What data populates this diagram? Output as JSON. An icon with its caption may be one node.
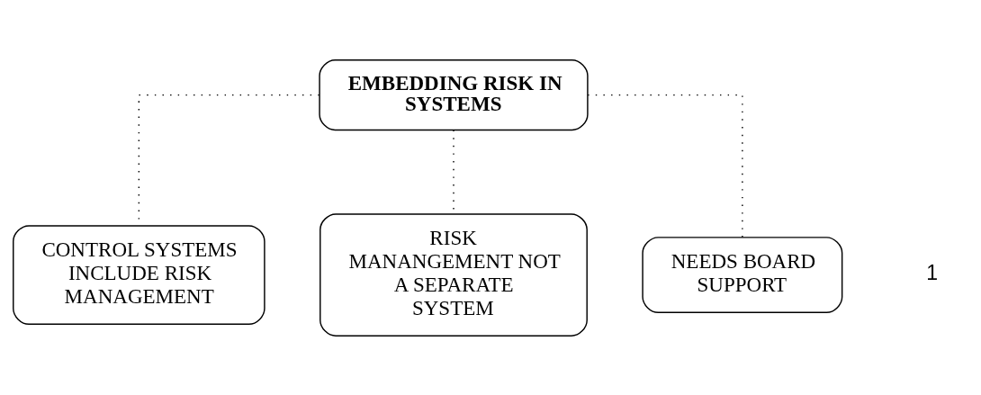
{
  "diagram": {
    "nodes": [
      {
        "text": [
          "EMBEDDING RISK IN SYSTEMS"
        ]
      },
      {
        "text": [
          "CONTROL SYSTEMS INCLUDE RISK MANAGEMENT"
        ]
      },
      {
        "text": [
          "RISK MANANGEMENT NOT A SEPARATE SYSTEM"
        ]
      },
      {
        "text": [
          "NEEDS BOARD SUPPORT"
        ]
      }
    ],
    "edges": [
      {
        "from": 0,
        "to": 1,
        "arrow": "none",
        "style": "dashed"
      },
      {
        "from": 0,
        "to": 2,
        "arrow": "none",
        "style": "dashed"
      },
      {
        "from": 0,
        "to": 3,
        "arrow": "none",
        "style": "dashed"
      }
    ],
    "labels": [
      "1"
    ]
  }
}
